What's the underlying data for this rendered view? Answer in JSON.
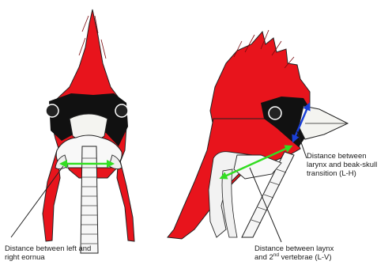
{
  "labels": {
    "cornua_line1": "Distance between left and",
    "cornua_line2": "right eornua",
    "larynx_beak_line1": "Distance between",
    "larynx_beak_line2": "larynx and beak-skull",
    "larynx_beak_line3": "transition (L-H)",
    "larynx_vert_line1": "Distance between laynx",
    "larynx_vert_line2_pre": "and 2",
    "larynx_vert_line2_sup": "nd",
    "larynx_vert_line2_post": " vertebrae (L-V)"
  },
  "colors": {
    "crest_red": "#e8141c",
    "face_black": "#111111",
    "measure_green": "#33dd22",
    "measure_blue": "#1a3fd6",
    "outline": "#222222"
  }
}
